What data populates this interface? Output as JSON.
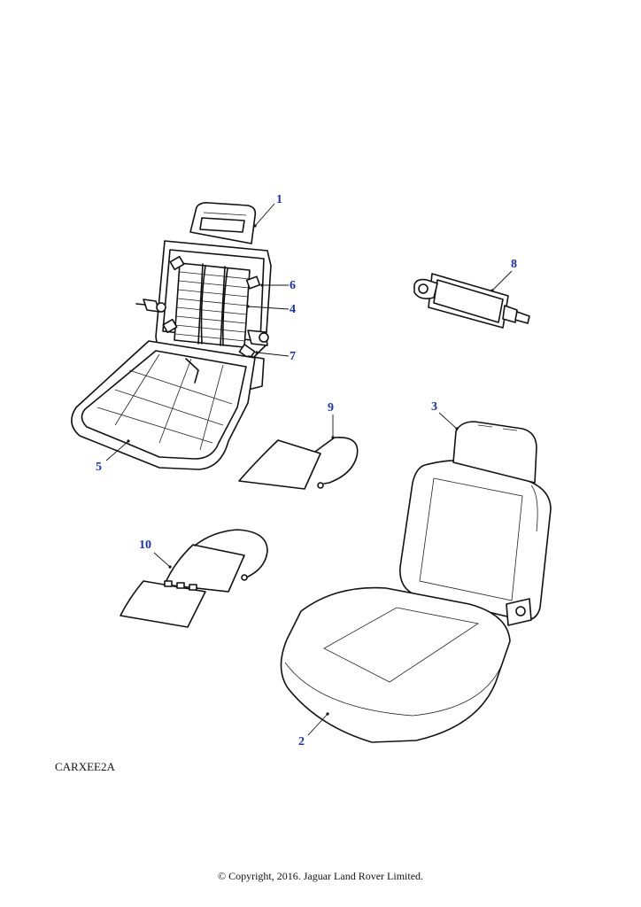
{
  "diagram": {
    "callouts": [
      {
        "id": "c1",
        "label": "1"
      },
      {
        "id": "c2",
        "label": "2"
      },
      {
        "id": "c3",
        "label": "3"
      },
      {
        "id": "c4",
        "label": "4"
      },
      {
        "id": "c5",
        "label": "5"
      },
      {
        "id": "c6",
        "label": "6"
      },
      {
        "id": "c7",
        "label": "7"
      },
      {
        "id": "c8",
        "label": "8"
      },
      {
        "id": "c9",
        "label": "9"
      },
      {
        "id": "c10",
        "label": "10"
      }
    ],
    "reference_code": "CARXEE2A",
    "copyright": "© Copyright, 2016. Jaguar Land Rover Limited."
  },
  "colors": {
    "callout": "#1a2fb8",
    "line": "#111111",
    "background": "#ffffff"
  }
}
